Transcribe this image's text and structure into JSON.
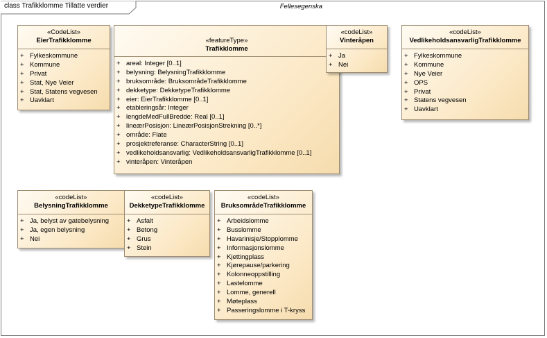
{
  "diagram": {
    "title": "class Trafikklomme Tillatte verdier",
    "classes": {
      "eier": {
        "stereotype": "«CodeList»",
        "name": "EierTrafikklomme",
        "items": [
          "Fylkeskommune",
          "Kommune",
          "Privat",
          "Stat, Nye Veier",
          "Stat, Statens vegvesen",
          "Uavklart"
        ]
      },
      "trafikklomme": {
        "package": "Fellesegenska",
        "stereotype": "«featureType»",
        "name": "Trafikklomme",
        "items": [
          "areal: Integer [0..1]",
          "belysning: BelysningTrafikklomme",
          "bruksområde: BruksområdeTrafikklomme",
          "dekketype: DekketypeTrafikklomme",
          "eier: EierTrafikklomme [0..1]",
          "etableringsår: Integer",
          "lengdeMedFullBredde: Real [0..1]",
          "lineærPosisjon: LineærPosisjonStrekning [0..*]",
          "område: Flate",
          "prosjektreferanse: CharacterString [0..1]",
          "vedlikeholdsansvarlig: VedlikeholdsansvarligTrafikklomme [0..1]",
          "vinteråpen: Vinteråpen"
        ]
      },
      "vinteraapen": {
        "stereotype": "«codeList»",
        "name": "Vinteråpen",
        "items": [
          "Ja",
          "Nei"
        ]
      },
      "vedlikehold": {
        "stereotype": "«codeList»",
        "name": "VedlikeholdsansvarligTrafikklomme",
        "items": [
          "Fylkeskommune",
          "Kommune",
          "Nye Veier",
          "OPS",
          "Privat",
          "Statens vegvesen",
          "Uavklart"
        ]
      },
      "belysning": {
        "stereotype": "«codeList»",
        "name": "BelysningTrafikklomme",
        "items": [
          "Ja, belyst av gatebelysning",
          "Ja, egen belysning",
          "Nei"
        ]
      },
      "dekketype": {
        "stereotype": "«codeList»",
        "name": "DekketypeTrafikklomme",
        "items": [
          "Asfalt",
          "Betong",
          "Grus",
          "Stein"
        ]
      },
      "bruksomraade": {
        "stereotype": "«codeList»",
        "name": "BruksområdeTrafikklomme",
        "items": [
          "Arbeidslomme",
          "Busslomme",
          "Havarinisje/Stopplomme",
          "Informasjonslomme",
          "Kjettingplass",
          "Kjørepause/parkering",
          "Kolonneoppstilling",
          "Lastelomme",
          "Lomme, generell",
          "Møteplass",
          "Passeringslomme i T-kryss"
        ]
      }
    },
    "visibility_marker": "+"
  }
}
